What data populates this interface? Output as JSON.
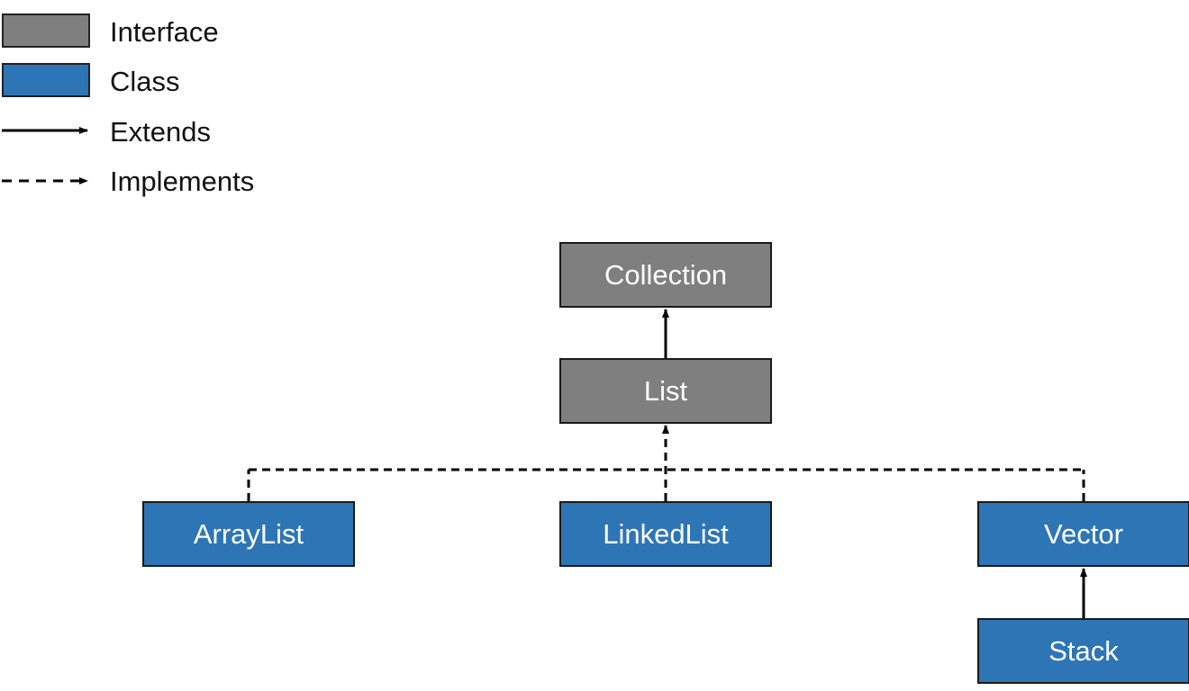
{
  "legend": {
    "interface_label": "Interface",
    "class_label": "Class",
    "extends_label": "Extends",
    "implements_label": "Implements"
  },
  "colors": {
    "interface": "#7f7f7f",
    "class": "#2e75b6",
    "line": "#000000"
  },
  "nodes": {
    "collection": "Collection",
    "list": "List",
    "arraylist": "ArrayList",
    "linkedlist": "LinkedList",
    "vector": "Vector",
    "stack": "Stack"
  }
}
